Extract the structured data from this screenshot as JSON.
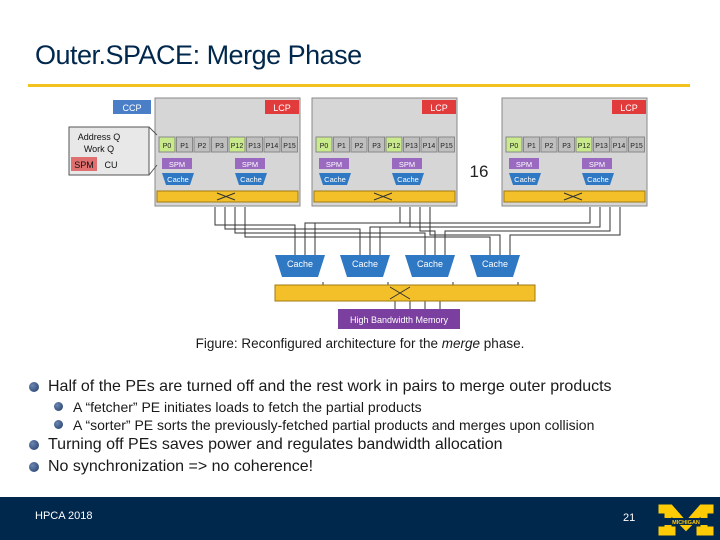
{
  "slide": {
    "title": "Outer.SPACE: Merge Phase",
    "caption_prefix": "Figure: Reconfigured architecture for the ",
    "caption_italic": "merge",
    "caption_suffix": " phase.",
    "bullets": [
      {
        "level": 1,
        "text": "Half of the PEs are turned off and the rest work in pairs to merge outer products"
      },
      {
        "level": 2,
        "text": "A “fetcher” PE initiates loads to fetch the partial products"
      },
      {
        "level": 2,
        "text": "A “sorter” PE sorts the previously-fetched partial products and merges upon collision"
      },
      {
        "level": 1,
        "text": "Turning off PEs saves power and regulates bandwidth allocation"
      },
      {
        "level": 1,
        "text": "No synchronization => no coherence!"
      }
    ],
    "footer": {
      "conference": "HPCA 2018",
      "page_number": "21"
    },
    "logo_text": "MICHIGAN"
  },
  "diagram": {
    "ccp_label": "CCP",
    "lcp_label": "LCP",
    "ccp_panel": {
      "address_q": "Address Q",
      "work_q": "Work Q",
      "spm": "SPM",
      "cu": "CU"
    },
    "pe_labels": [
      "P0",
      "P1",
      "P2",
      "P3",
      "P12",
      "P13",
      "P14",
      "P15"
    ],
    "pe_active": [
      true,
      false,
      false,
      false,
      true,
      false,
      false,
      false
    ],
    "spm_label": "SPM",
    "cache_label": "Cache",
    "tile_count": "16",
    "memory_label": "High Bandwidth Memory",
    "colors": {
      "tile_bg": "#d6d6d6",
      "lcp": "#e23b3b",
      "ccp": "#4a7fc8",
      "pe_on": "#c8ea8a",
      "pe_off": "#bfbfbf",
      "spm": "#9a6ac0",
      "cache": "#2f78c4",
      "crossbar": "#f4c02a",
      "memory": "#7b3fa0",
      "title": "#00274c",
      "accent": "#f2c31c"
    }
  }
}
